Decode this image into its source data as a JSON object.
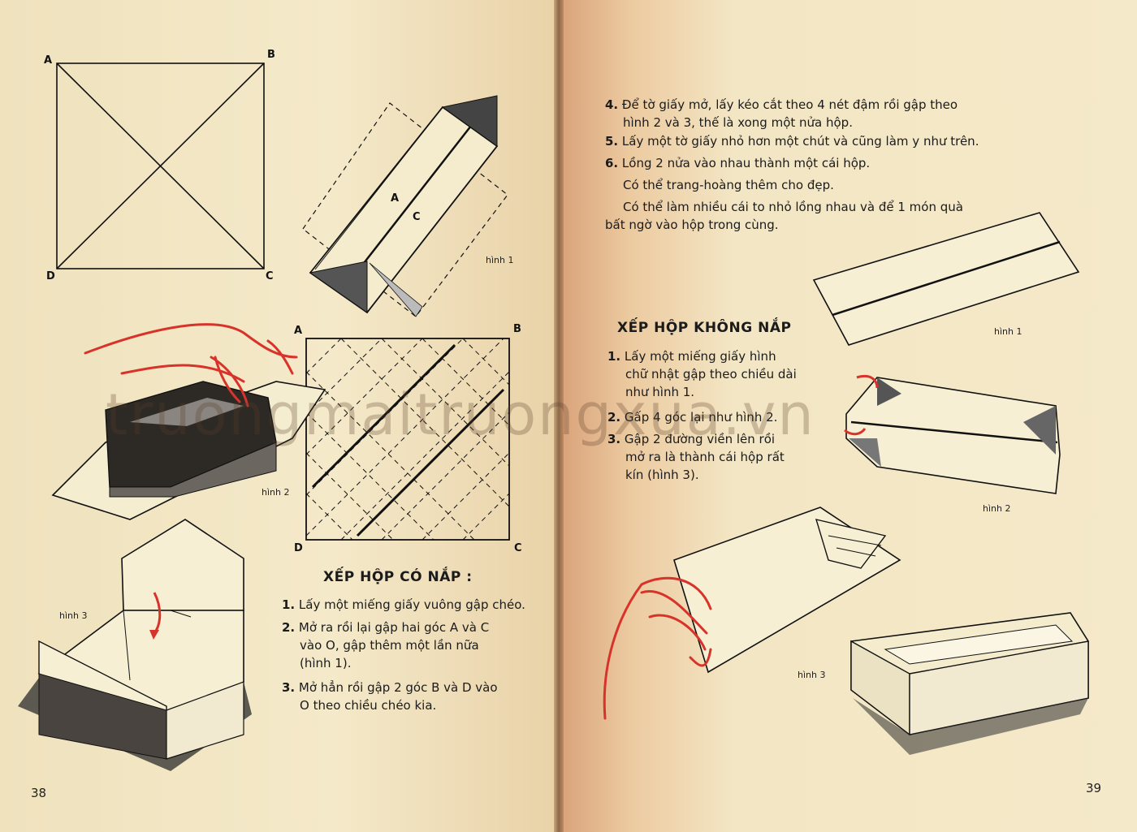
{
  "left_page": {
    "page_number": "38",
    "square_labels": {
      "a": "A",
      "b": "B",
      "c": "C",
      "d": "D"
    },
    "fig1": {
      "caption": "hình 1",
      "label_a": "A",
      "label_c": "C"
    },
    "grid_labels": {
      "a": "A",
      "b": "B",
      "c": "C",
      "d": "D"
    },
    "fig2_caption": "hình 2",
    "fig3_caption": "hình 3",
    "section_title": "XẾP HỘP CÓ NẮP :",
    "steps": [
      {
        "num": "1.",
        "lines": [
          "Lấy một miếng giấy vuông gập chéo."
        ]
      },
      {
        "num": "2.",
        "lines": [
          "Mở ra rồi lại gập hai góc A và C",
          "vào O, gập thêm một lần nữa",
          "(hình 1)."
        ]
      },
      {
        "num": "3.",
        "lines": [
          "Mở hẳn rồi gập 2 góc B và D vào",
          "O theo chiều chéo kia."
        ]
      }
    ]
  },
  "right_page": {
    "page_number": "39",
    "steps_top": [
      {
        "num": "4.",
        "lines": [
          "Để tờ giấy mở, lấy kéo cắt theo 4 nét đậm rồi gập theo",
          "hình 2 và 3, thế là xong một nửa hộp."
        ]
      },
      {
        "num": "5.",
        "lines": [
          "Lấy một tờ giấy nhỏ hơn một chút và cũng làm y như trên."
        ]
      },
      {
        "num": "6.",
        "lines": [
          "Lồng 2 nửa vào nhau thành một cái hộp."
        ]
      }
    ],
    "notes": [
      "Có thể trang-hoàng thêm cho đẹp.",
      "Có thể làm nhiều cái to nhỏ lồng nhau và để 1 món quà",
      "bất ngờ vào hộp trong cùng."
    ],
    "section_title": "XẾP HỘP KHÔNG NẮP",
    "steps": [
      {
        "num": "1.",
        "lines": [
          "Lấy một miếng giấy hình",
          "chữ nhật gập theo chiều dài",
          "như hình 1."
        ]
      },
      {
        "num": "2.",
        "lines": [
          "Gấp 4 góc lại như hình 2."
        ]
      },
      {
        "num": "3.",
        "lines": [
          "Gập 2 đường viền lên rồi",
          "mở ra là thành cái hộp rất",
          "kín (hình 3)."
        ]
      }
    ],
    "fig1_caption": "hình 1",
    "fig2_caption": "hình 2",
    "fig3_caption": "hình 3"
  },
  "watermark": "truongmaitruongxua.vn",
  "colors": {
    "paper": "#f3e8c7",
    "ink": "#1b1b1b",
    "hand_red": "#d8332a"
  }
}
